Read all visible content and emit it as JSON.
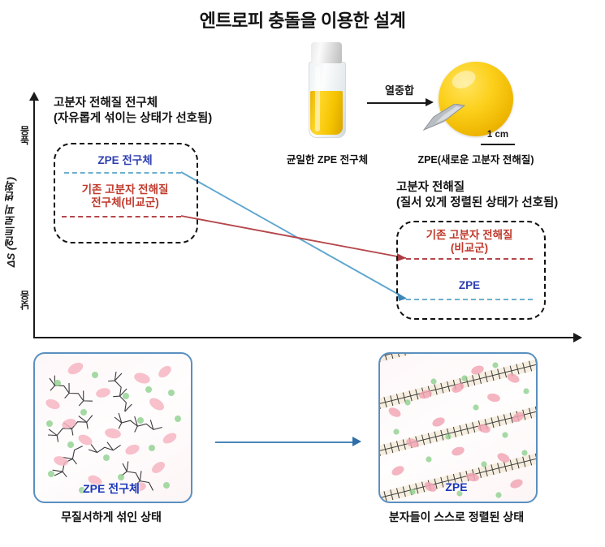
{
  "title": "엔트로피 충돌을 이용한 설계",
  "axes": {
    "y_label": "ΔS (엔트로피 변화)",
    "y_high": "높음",
    "y_low": "낮음"
  },
  "left_state": {
    "heading": "고분자 전해질 전구체\n(자유롭게 섞이는 상태가 선호됨)",
    "heading_line1": "고분자 전해질 전구체",
    "heading_line2": "(자유롭게 섞이는 상태가 선호됨)",
    "level_zpe": "ZPE 전구체",
    "level_conventional_line1": "기존 고분자 전해질",
    "level_conventional_line2": "전구체(비교군)"
  },
  "right_state": {
    "heading_line1": "고분자 전해질",
    "heading_line2": "(질서 있게 정렬된 상태가 선호됨)",
    "level_conventional_line1": "기존 고분자 전해질",
    "level_conventional_line2": "(비교군)",
    "level_zpe": "ZPE"
  },
  "photo": {
    "reaction_label": "열중합",
    "scale_bar": "1 cm",
    "caption_precursor": "균일한 ZPE 전구체",
    "caption_product": "ZPE(새로운 고분자 전해질)"
  },
  "panels": {
    "left_tag": "ZPE 전구체",
    "left_caption": "무질서하게 섞인 상태",
    "right_tag": "ZPE",
    "right_caption": "분자들이 스스로 정렬된 상태"
  },
  "colors": {
    "zpe_blue": "#2f3fb0",
    "conventional_red": "#c0392b",
    "line_blue": "#6fb0d0",
    "line_red": "#b5474b",
    "panel_border": "#5b8fc0",
    "liquid_yellow": "#ffd72b"
  },
  "chart_data": {
    "type": "line",
    "title": "엔트로피 충돌을 이용한 설계",
    "xlabel": "",
    "ylabel": "ΔS (엔트로피 변화)",
    "x": [
      "고분자 전해질 전구체",
      "고분자 전해질"
    ],
    "series": [
      {
        "name": "ZPE",
        "color": "#6fb0d0",
        "values": [
          0.88,
          0.2
        ]
      },
      {
        "name": "기존 고분자 전해질 (비교군)",
        "color": "#b5474b",
        "values": [
          0.7,
          0.37
        ]
      }
    ],
    "annotations": [
      "높음",
      "낮음"
    ],
    "legend": "inline-labels",
    "grid": false
  }
}
